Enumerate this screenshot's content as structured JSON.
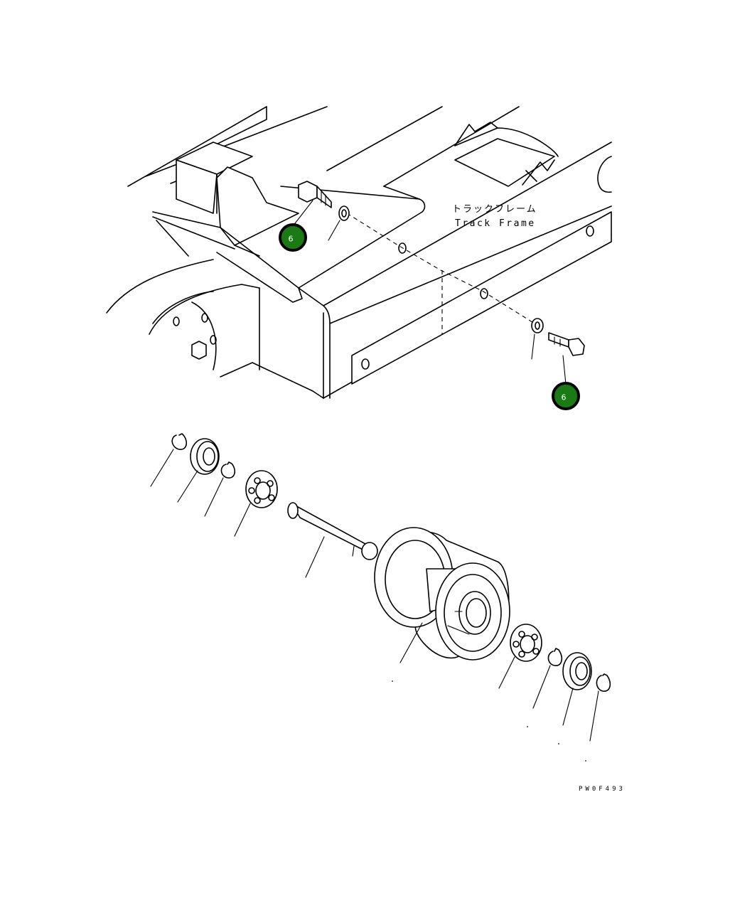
{
  "diagram": {
    "label_japanese": "トラックフレーム",
    "label_english": "Track Frame",
    "drawing_code": "PW0F493",
    "callouts": [
      {
        "number": "6",
        "part": "bolt"
      },
      {
        "number": "6",
        "part": "bolt"
      }
    ],
    "callout_color": "#1a7a14"
  }
}
